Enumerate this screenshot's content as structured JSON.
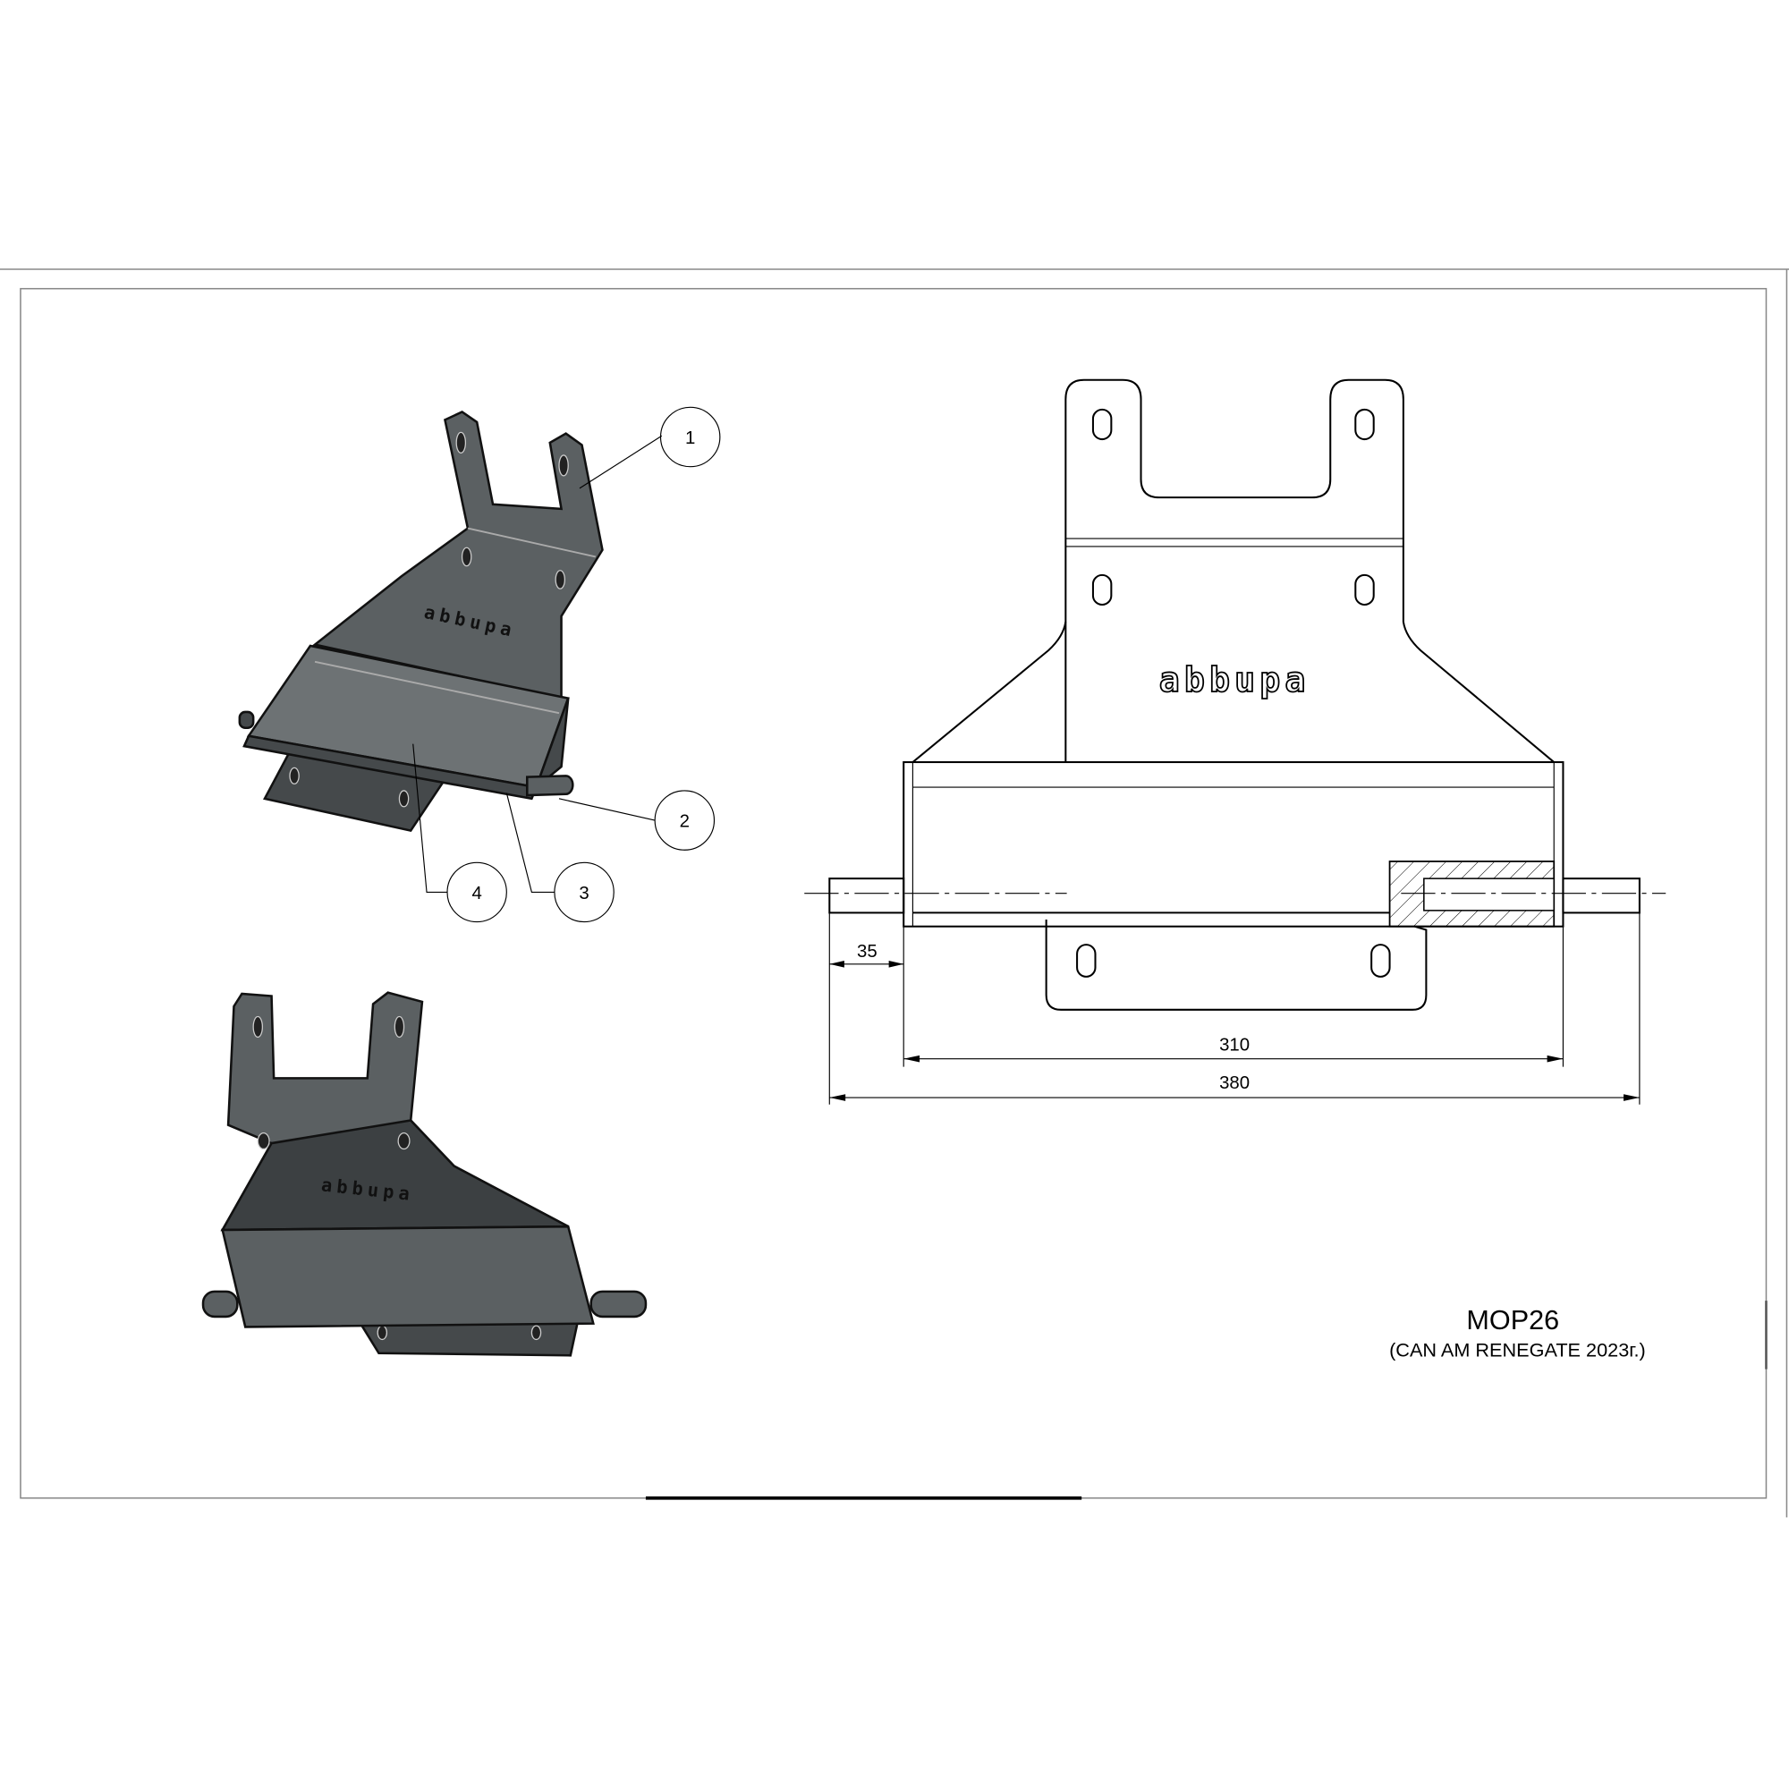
{
  "title_block": {
    "part_number": "MOP26",
    "vehicle": "(CAN AM RENEGATE 2023г.)"
  },
  "logo": {
    "text": "abbupa"
  },
  "balloons": [
    "1",
    "2",
    "3",
    "4"
  ],
  "dimensions": {
    "pin_length": "35",
    "inner_width": "310",
    "overall_width": "380"
  }
}
